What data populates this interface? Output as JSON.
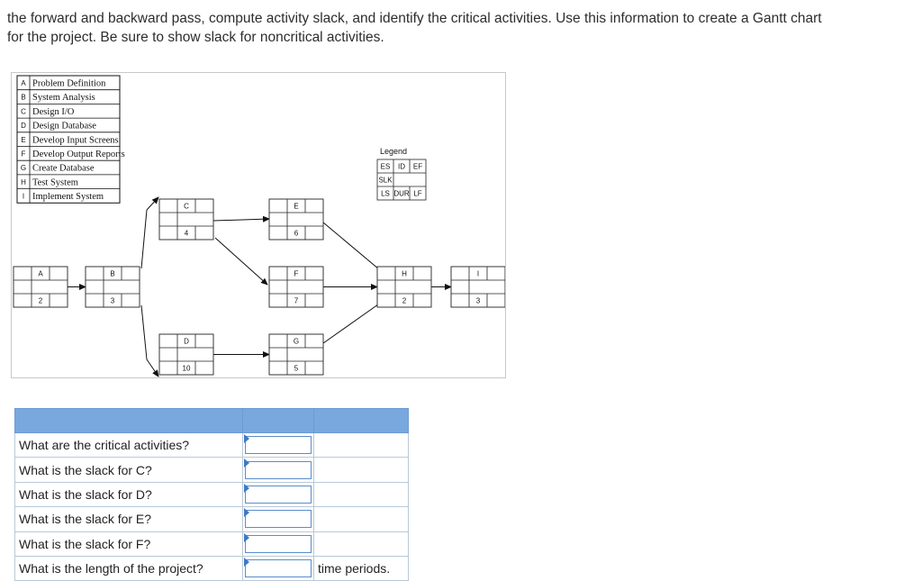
{
  "question": {
    "line1": "the forward and backward pass, compute activity slack, and identify the critical activities. Use this information to create a Gantt chart",
    "line2": "for the project. Be sure to show slack for noncritical activities."
  },
  "activity_table": [
    {
      "code": "A",
      "name": "Problem Definition"
    },
    {
      "code": "B",
      "name": "System Analysis"
    },
    {
      "code": "C",
      "name": "Design I/O"
    },
    {
      "code": "D",
      "name": "Design Database"
    },
    {
      "code": "E",
      "name": "Develop Input Screens"
    },
    {
      "code": "F",
      "name": "Develop Output Reports"
    },
    {
      "code": "G",
      "name": "Create Database"
    },
    {
      "code": "H",
      "name": "Test System"
    },
    {
      "code": "I",
      "name": "Implement System"
    }
  ],
  "legend": {
    "title": "Legend",
    "es": "ES",
    "id": "ID",
    "ef": "EF",
    "slk": "SLK",
    "ls": "LS",
    "dur": "DUR",
    "lf": "LF"
  },
  "network": {
    "nodes": [
      {
        "id": "A",
        "duration": "2"
      },
      {
        "id": "B",
        "duration": "3"
      },
      {
        "id": "C",
        "duration": "4"
      },
      {
        "id": "D",
        "duration": "10"
      },
      {
        "id": "E",
        "duration": "6"
      },
      {
        "id": "F",
        "duration": "7"
      },
      {
        "id": "G",
        "duration": "5"
      },
      {
        "id": "H",
        "duration": "2"
      },
      {
        "id": "I",
        "duration": "3"
      }
    ],
    "edges": [
      [
        "A",
        "B"
      ],
      [
        "B",
        "C"
      ],
      [
        "B",
        "D"
      ],
      [
        "C",
        "E"
      ],
      [
        "C",
        "F"
      ],
      [
        "D",
        "G"
      ],
      [
        "E",
        "H"
      ],
      [
        "F",
        "H"
      ],
      [
        "G",
        "H"
      ],
      [
        "H",
        "I"
      ]
    ]
  },
  "qa_table": {
    "rows": [
      {
        "question": "What are the critical activities?",
        "answer": "",
        "suffix": ""
      },
      {
        "question": "What is the slack for C?",
        "answer": "",
        "suffix": ""
      },
      {
        "question": "What is the slack for D?",
        "answer": "",
        "suffix": ""
      },
      {
        "question": "What is the slack for E?",
        "answer": "",
        "suffix": ""
      },
      {
        "question": "What is the slack for F?",
        "answer": "",
        "suffix": ""
      },
      {
        "question": "What is the length of the project?",
        "answer": "",
        "suffix": "time periods."
      }
    ]
  }
}
